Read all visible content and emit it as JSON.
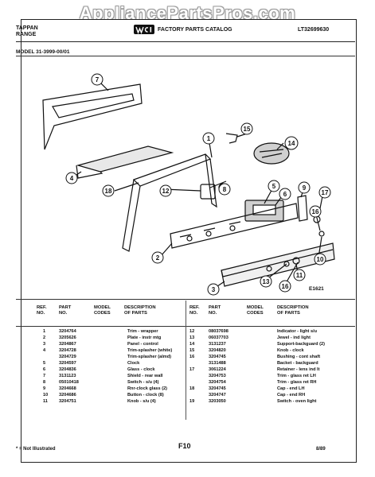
{
  "watermark": "AppliancePartsPros.com",
  "header": {
    "brand_line1": "TAPPAN",
    "brand_line2": "RANGE",
    "catalog_title": "FACTORY PARTS CATALOG",
    "catalog_code": "LT32699630",
    "model": "MODEL 31-3999-00/01"
  },
  "diagram": {
    "callouts": [
      "7",
      "15",
      "1",
      "14",
      "4",
      "18",
      "12",
      "8",
      "5",
      "6",
      "9",
      "17",
      "16",
      "2",
      "10",
      "13",
      "16",
      "11",
      "3"
    ],
    "part_id": "E1621"
  },
  "table": {
    "headers": {
      "ref": [
        "REF.",
        "NO."
      ],
      "part": [
        "PART",
        "NO."
      ],
      "model": [
        "MODEL",
        "CODES"
      ],
      "desc": [
        "DESCRIPTION",
        "OF PARTS"
      ]
    },
    "left": [
      {
        "ref": "1",
        "part": "3204764",
        "desc": "Trim - wrapper"
      },
      {
        "ref": "2",
        "part": "3205626",
        "desc": "Plate - instr mtg"
      },
      {
        "ref": "3",
        "part": "3204867",
        "desc": "Panel - control"
      },
      {
        "ref": "4",
        "part": "3204728",
        "desc": "Trim-splasher (white)"
      },
      {
        "ref": "",
        "part": "3204729",
        "desc": "Trim-splasher (almd)"
      },
      {
        "ref": "5",
        "part": "3204597",
        "desc": "Clock"
      },
      {
        "ref": "6",
        "part": "3204836",
        "desc": "Glass - clock"
      },
      {
        "ref": "7",
        "part": "3131123",
        "desc": "Shield - rear wall"
      },
      {
        "ref": "8",
        "part": "05010418",
        "desc": "Switch - s/u (4)"
      },
      {
        "ref": "9",
        "part": "3204668",
        "desc": "Rnr-clock glass (2)"
      },
      {
        "ref": "10",
        "part": "3204686",
        "desc": "Button - clock (8)"
      },
      {
        "ref": "11",
        "part": "3204751",
        "desc": "Knob - s/u (4)"
      }
    ],
    "right": [
      {
        "ref": "12",
        "part": "08037698",
        "desc": "Indicator - light s/u"
      },
      {
        "ref": "13",
        "part": "06037703",
        "desc": "Jewel - ind light"
      },
      {
        "ref": "14",
        "part": "3131237",
        "desc": "Support-backguard (2)"
      },
      {
        "ref": "15",
        "part": "3204820",
        "desc": "Knob - clock"
      },
      {
        "ref": "16",
        "part": "3204745",
        "desc": "Bushing - cont shaft"
      },
      {
        "ref": "",
        "part": "3131488",
        "desc": "Backet - backguard"
      },
      {
        "ref": "17",
        "part": "3061224",
        "desc": "Retainer - lens ind lt"
      },
      {
        "ref": "",
        "part": "3204753",
        "desc": "Trim - glass ret LH"
      },
      {
        "ref": "",
        "part": "3204754",
        "desc": "Trim - glass ret RH"
      },
      {
        "ref": "18",
        "part": "3204745",
        "desc": "Cap - end LH"
      },
      {
        "ref": "",
        "part": "3204747",
        "desc": "Cap - end RH"
      },
      {
        "ref": "19",
        "part": "3203050",
        "desc": "Switch - oven light"
      }
    ]
  },
  "footer": {
    "note": "* = Not Illustrated",
    "page": "F10",
    "date": "8/89"
  }
}
